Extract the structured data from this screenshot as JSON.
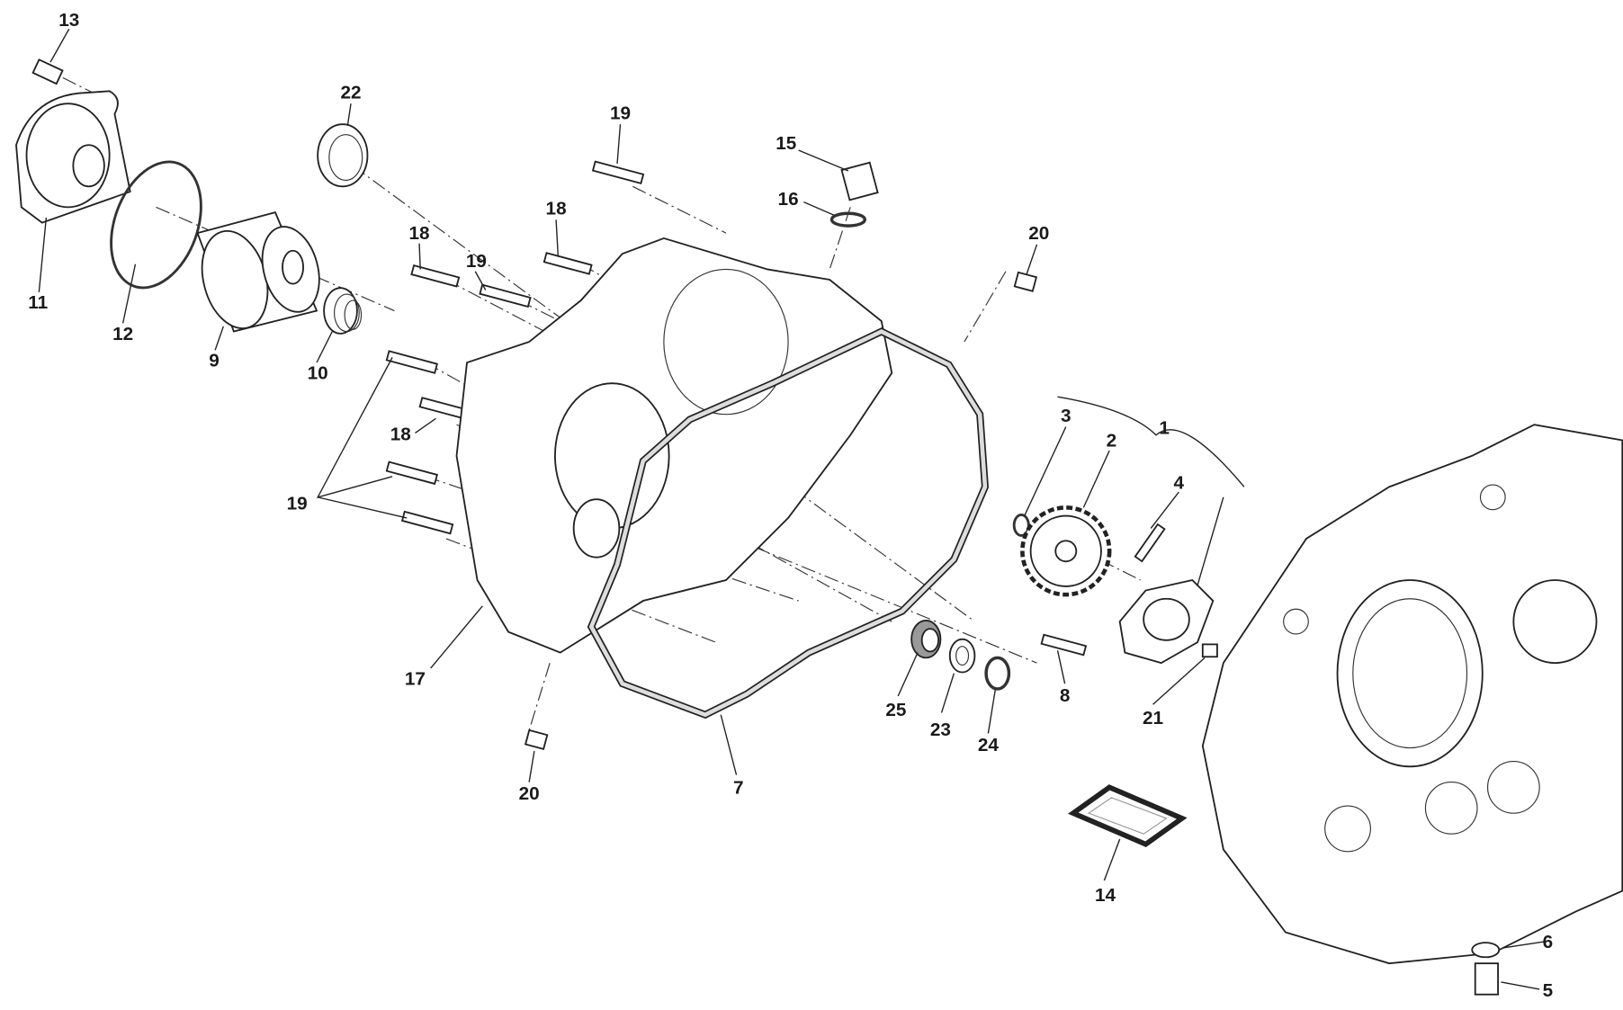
{
  "diagram": {
    "type": "exploded-parts-diagram",
    "callouts": [
      "13",
      "22",
      "19",
      "15",
      "16",
      "18",
      "20",
      "11",
      "12",
      "9",
      "10",
      "18",
      "19",
      "1",
      "3",
      "2",
      "4",
      "18",
      "19",
      "17",
      "25",
      "23",
      "24",
      "8",
      "21",
      "7",
      "20",
      "14",
      "6",
      "5"
    ]
  }
}
